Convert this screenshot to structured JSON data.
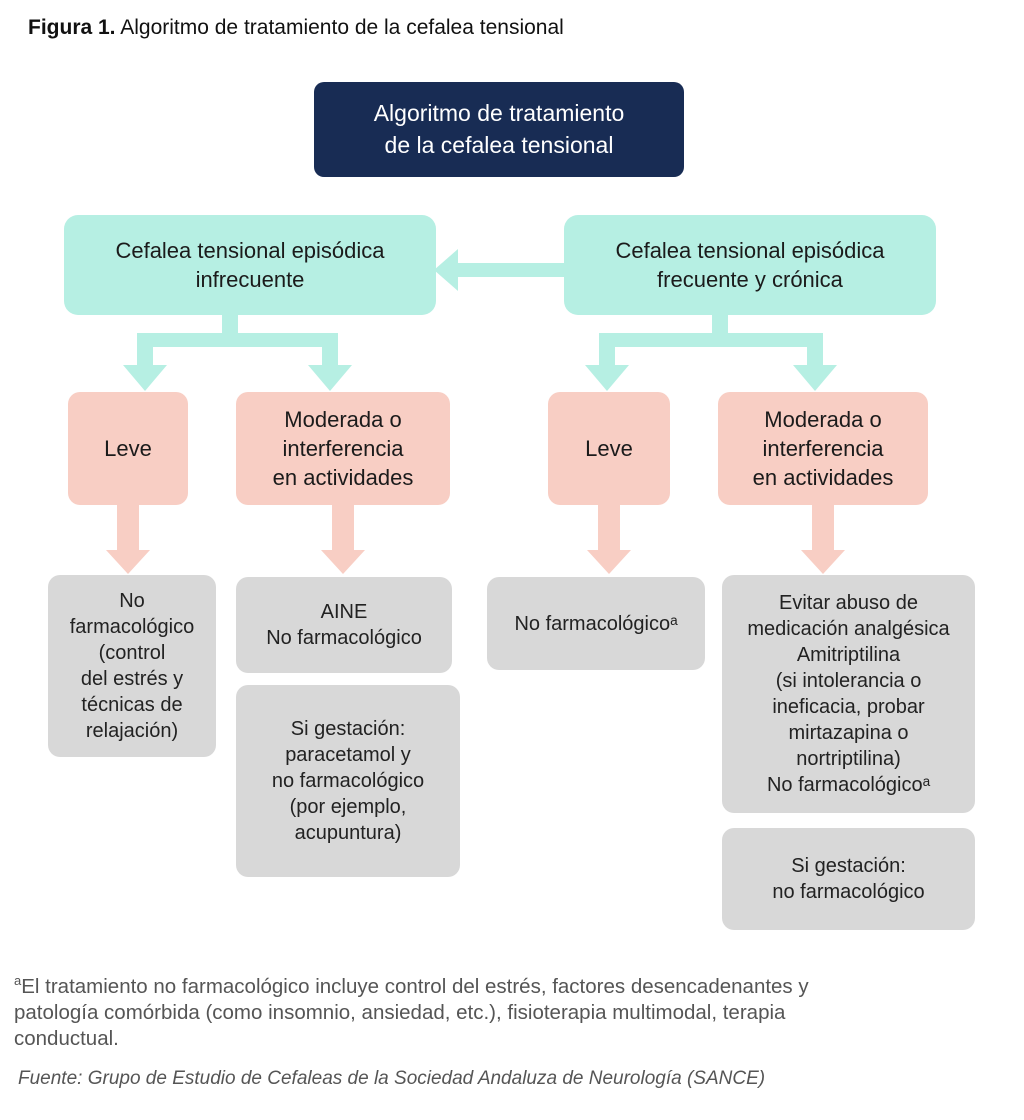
{
  "figure": {
    "label": "Figura 1.",
    "title": "Algoritmo de tratamiento de la cefalea tensional"
  },
  "colors": {
    "navy": "#182c54",
    "teal": "#b6efe3",
    "pink": "#f8cec4",
    "gray": "#d8d8d8"
  },
  "nodes": {
    "root": "Algoritmo de tratamiento\nde la cefalea tensional",
    "episodica_infrecuente": "Cefalea tensional episódica\ninfrecuente",
    "episodica_frecuente": "Cefalea tensional episódica\nfrecuente y crónica",
    "leve_izq": "Leve",
    "moderada_izq": "Moderada o\ninterferencia\nen actividades",
    "leve_der": "Leve",
    "moderada_der": "Moderada o\ninterferencia\nen actividades",
    "tx_leve_izq": "No\nfarmacológico\n(control\ndel estrés y\ntécnicas de\nrelajación)",
    "tx_moderada_izq": "AINE\nNo farmacológico",
    "tx_moderada_izq_gestacion": "Si gestación:\nparacetamol y\nno farmacológico\n(por ejemplo,\nacupuntura)",
    "tx_leve_der": "No farmacológicoᵃ",
    "tx_moderada_der": "Evitar abuso de\nmedicación analgésica\nAmitriptilina\n(si intolerancia o\nineficacia, probar\nmirtazapina o\nnortriptilina)\nNo farmacológicoᵃ",
    "tx_moderada_der_gestacion": "Si gestación:\nno farmacológico"
  },
  "footnote": {
    "sup": "a",
    "text": "El tratamiento no farmacológico incluye control del estrés, factores desencadenantes y\npatología comórbida (como insomnio, ansiedad, etc.), fisioterapia multimodal, terapia\nconductual."
  },
  "source": "Fuente: Grupo de Estudio de Cefaleas de la Sociedad Andaluza de Neurología (SANCE)"
}
